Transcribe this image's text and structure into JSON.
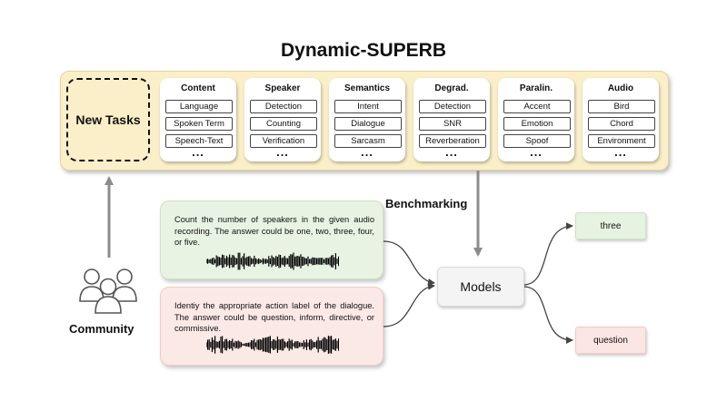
{
  "title": "Dynamic-SUPERB",
  "new_tasks_label": "New Tasks",
  "categories": [
    {
      "title": "Content",
      "items": [
        "Language",
        "Spoken Term",
        "Speech-Text"
      ]
    },
    {
      "title": "Speaker",
      "items": [
        "Detection",
        "Counting",
        "Verification"
      ]
    },
    {
      "title": "Semantics",
      "items": [
        "Intent",
        "Dialogue",
        "Sarcasm"
      ]
    },
    {
      "title": "Degrad.",
      "items": [
        "Detection",
        "SNR",
        "Reverberation"
      ]
    },
    {
      "title": "Paralin.",
      "items": [
        "Accent",
        "Emotion",
        "Spoof"
      ]
    },
    {
      "title": "Audio",
      "items": [
        "Bird",
        "Chord",
        "Environment"
      ]
    }
  ],
  "ellipsis": "...",
  "benchmarking_label": "Benchmarking",
  "community_label": "Community",
  "instructions": [
    "Count the number of speakers in the given audio recording. The answer could be one, two, three, four, or five.",
    "Identiy the appropriate action label of the dialogue. The answer could be question, inform, directive, or commissive."
  ],
  "models_label": "Models",
  "outputs": [
    "three",
    "question"
  ],
  "colors": {
    "banner": "#fbefc9",
    "green_card": "#e8f3e3",
    "red_card": "#fbe9e6",
    "arrow": "#8c8c8c"
  },
  "icons": [
    "community-people-icon",
    "waveform-icon"
  ]
}
